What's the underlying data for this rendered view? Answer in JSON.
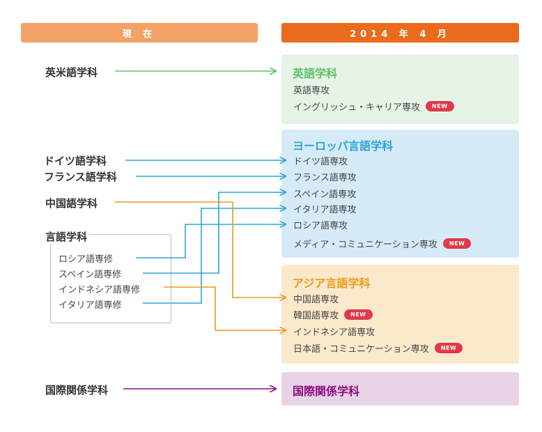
{
  "header": {
    "current": "現 在",
    "target": "2014 年 4 月"
  },
  "left": {
    "english": "英米語学科",
    "german": "ドイツ語学科",
    "french": "フランス語学科",
    "chinese": "中国語学科",
    "languages": "言語学科",
    "russian_course": "ロシア語専修",
    "spanish_course": "スペイン語専修",
    "indonesian_course": "インドネシア語専修",
    "italian_course": "イタリア語専修",
    "intl": "国際関係学科"
  },
  "right": {
    "english_dept": {
      "title": "英語学科",
      "items": [
        "英語専攻",
        "イングリッシュ・キャリア専攻"
      ],
      "badge": "NEW"
    },
    "europe_dept": {
      "title": "ヨーロッパ言語学科",
      "items": [
        "ドイツ語専攻",
        "フランス語専攻",
        "スペイン語専攻",
        "イタリア語専攻",
        "ロシア語専攻",
        "メディア・コミュニケーション専攻"
      ],
      "badge": "NEW"
    },
    "asia_dept": {
      "title": "アジア言語学科",
      "items": [
        "中国語専攻",
        "韓国語専攻",
        "インドネシア語専攻",
        "日本語・コミュニケーション専攻"
      ],
      "badge": "NEW"
    },
    "intl_dept": {
      "title": "国際関係学科"
    }
  },
  "colors": {
    "header_left": "#f3a268",
    "header_right": "#ea6b1c",
    "english": "#5cbf6c",
    "europe": "#2ea3d8",
    "asia": "#ec9a1c",
    "intl": "#8a0d80",
    "english_bg": "#e6f3e6",
    "europe_bg": "#d6ebf7",
    "asia_bg": "#fbe9cc",
    "intl_bg": "#ead3e7",
    "badge": "#e0394a"
  }
}
